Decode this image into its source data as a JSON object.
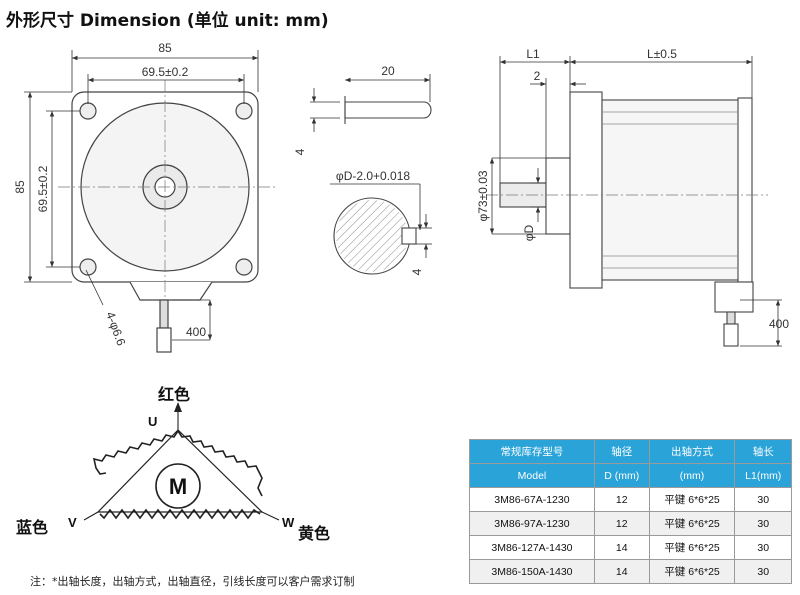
{
  "title": "外形尺寸 Dimension (单位 unit: mm)",
  "front_view": {
    "dim_outer": "85",
    "dim_bolt": "69.5±0.2",
    "dim_outer_v": "85",
    "dim_bolt_v": "69.5±0.2",
    "dim_holes": "4-φ6.6",
    "dim_lead": "400"
  },
  "shaft_view": {
    "dim_length": "20",
    "dim_key": "4",
    "dim_flat": "φD-2.0+0.018",
    "dim_section": "4"
  },
  "side_view": {
    "dim_L1": "L1",
    "dim_L": "L±0.5",
    "dim_2": "2",
    "dim_pilot": "φ73±0.03",
    "dim_shaft": "φD",
    "dim_lead": "400"
  },
  "wiring": {
    "u_letter": "U",
    "v_letter": "V",
    "w_letter": "W",
    "u_color": "红色",
    "v_color": "蓝色",
    "w_color": "黄色",
    "motor_label": "M"
  },
  "table": {
    "headers_cn": [
      "常规库存型号",
      "轴径",
      "出轴方式",
      "轴长"
    ],
    "headers_en": [
      "Model",
      "D (mm)",
      "(mm)",
      "L1(mm)"
    ],
    "rows": [
      [
        "3M86-67A-1230",
        "12",
        "平键 6*6*25",
        "30"
      ],
      [
        "3M86-97A-1230",
        "12",
        "平键 6*6*25",
        "30"
      ],
      [
        "3M86-127A-1430",
        "14",
        "平键 6*6*25",
        "30"
      ],
      [
        "3M86-150A-1430",
        "14",
        "平键 6*6*25",
        "30"
      ]
    ]
  },
  "note": "注：*出轴长度，出轴方式，出轴直径，引线长度可以客户需求订制"
}
